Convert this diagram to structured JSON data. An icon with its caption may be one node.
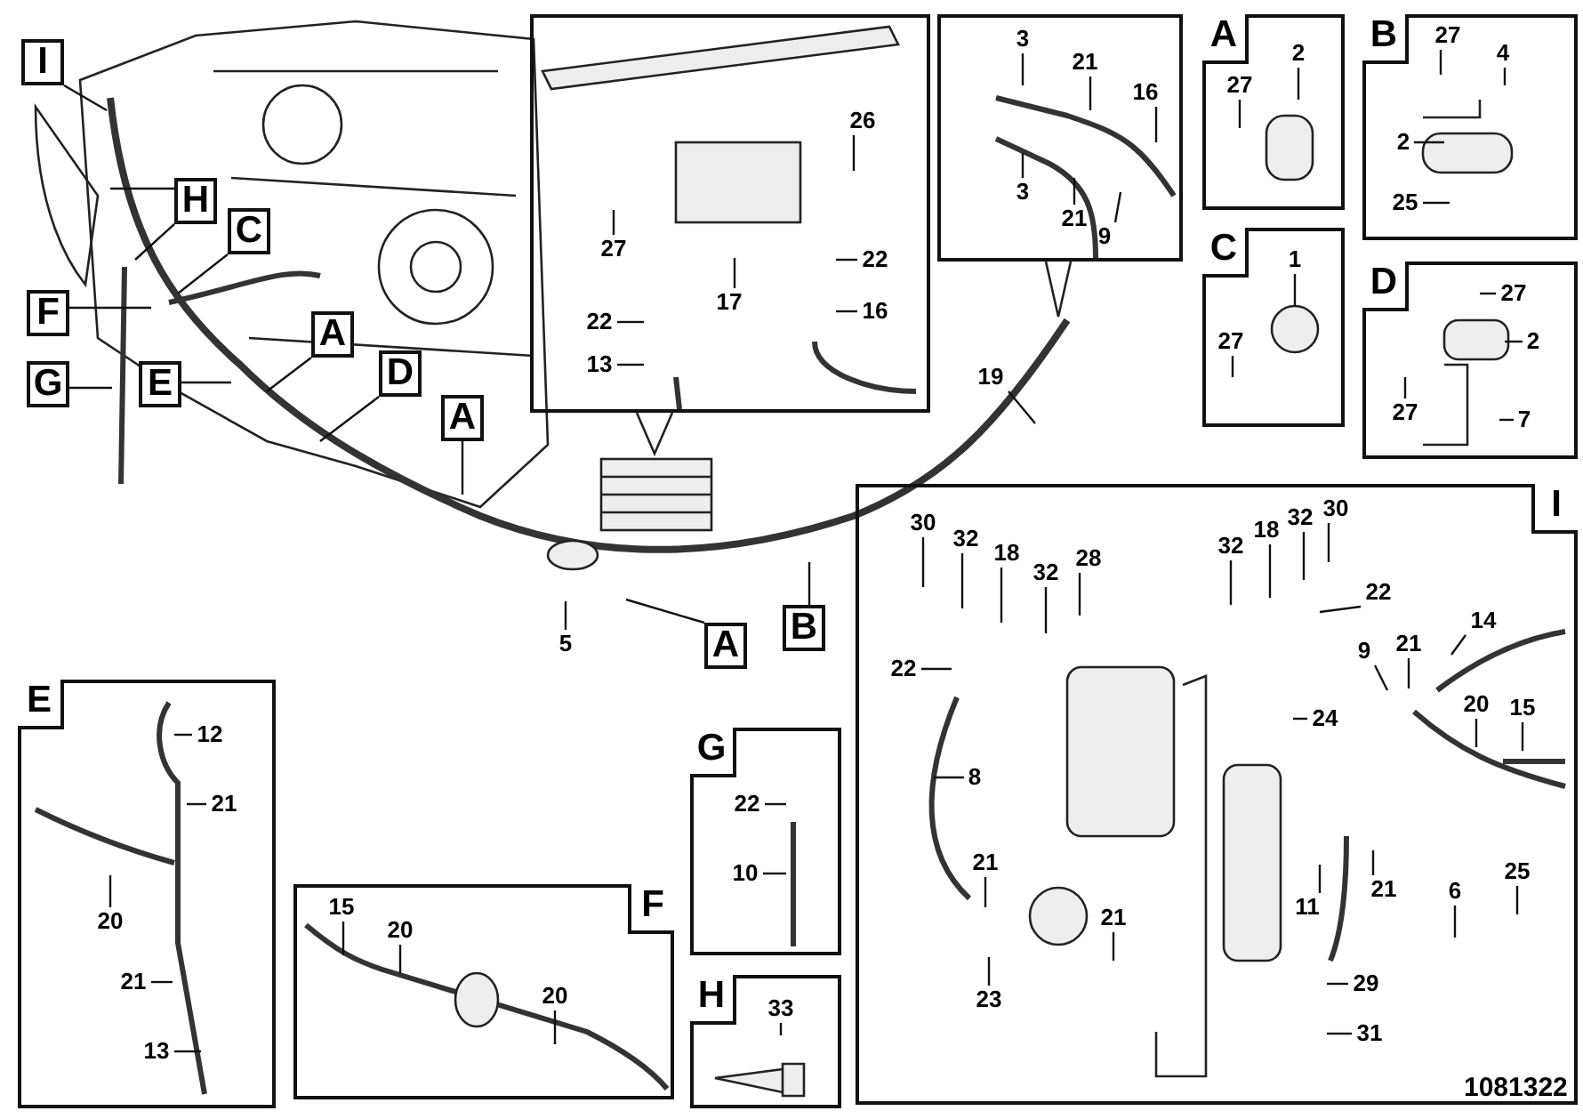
{
  "diagram": {
    "nodes": [
      {
        "text": [
          "I"
        ]
      },
      {
        "text": [
          "H"
        ]
      },
      {
        "text": [
          "C"
        ]
      },
      {
        "text": [
          "F"
        ]
      },
      {
        "text": [
          "G"
        ]
      },
      {
        "text": [
          "E"
        ]
      },
      {
        "text": [
          "A"
        ]
      },
      {
        "text": [
          "D"
        ]
      },
      {
        "text": [
          "A"
        ]
      },
      {
        "text": [
          "A"
        ]
      },
      {
        "text": [
          "B"
        ]
      },
      {
        "text": [
          "5"
        ]
      },
      {
        "text": [
          "19"
        ]
      },
      {
        "text": [],
        "shape": "box"
      },
      {
        "text": [
          "26"
        ],
        "in": 13
      },
      {
        "text": [
          "27"
        ],
        "in": 13
      },
      {
        "text": [
          "17"
        ],
        "in": 13
      },
      {
        "text": [
          "22"
        ],
        "in": 13
      },
      {
        "text": [
          "16"
        ],
        "in": 13
      },
      {
        "text": [
          "22"
        ],
        "in": 13
      },
      {
        "text": [
          "13"
        ],
        "in": 13
      },
      {
        "text": [],
        "shape": "box"
      },
      {
        "text": [
          "3"
        ],
        "in": 21
      },
      {
        "text": [
          "21"
        ],
        "in": 21
      },
      {
        "text": [
          "16"
        ],
        "in": 21
      },
      {
        "text": [
          "3"
        ],
        "in": 21
      },
      {
        "text": [
          "21"
        ],
        "in": 21
      },
      {
        "text": [
          "9"
        ],
        "in": 21
      },
      {
        "text": [],
        "shape": "box"
      },
      {
        "text": [
          "2"
        ],
        "in": 28
      },
      {
        "text": [
          "27"
        ],
        "in": 28
      },
      {
        "text": [],
        "shape": "box"
      },
      {
        "text": [
          "27"
        ],
        "in": 31
      },
      {
        "text": [
          "4"
        ],
        "in": 31
      },
      {
        "text": [
          "2"
        ],
        "in": 31
      },
      {
        "text": [
          "25"
        ],
        "in": 31
      },
      {
        "text": [],
        "shape": "box"
      },
      {
        "text": [
          "1"
        ],
        "in": 36
      },
      {
        "text": [
          "27"
        ],
        "in": 36
      },
      {
        "text": [],
        "shape": "box"
      },
      {
        "text": [
          "27"
        ],
        "in": 39
      },
      {
        "text": [
          "2"
        ],
        "in": 39
      },
      {
        "text": [
          "27"
        ],
        "in": 39
      },
      {
        "text": [
          "7"
        ],
        "in": 39
      },
      {
        "text": [],
        "shape": "box"
      },
      {
        "text": [
          "30"
        ],
        "in": 44
      },
      {
        "text": [
          "32"
        ],
        "in": 44
      },
      {
        "text": [
          "18"
        ],
        "in": 44
      },
      {
        "text": [
          "32"
        ],
        "in": 44
      },
      {
        "text": [
          "28"
        ],
        "in": 44
      },
      {
        "text": [
          "32"
        ],
        "in": 44
      },
      {
        "text": [
          "18"
        ],
        "in": 44
      },
      {
        "text": [
          "32"
        ],
        "in": 44
      },
      {
        "text": [
          "30"
        ],
        "in": 44
      },
      {
        "text": [
          "22"
        ],
        "in": 44
      },
      {
        "text": [
          "14"
        ],
        "in": 44
      },
      {
        "text": [
          "9"
        ],
        "in": 44
      },
      {
        "text": [
          "21"
        ],
        "in": 44
      },
      {
        "text": [
          "22"
        ],
        "in": 44
      },
      {
        "text": [
          "24"
        ],
        "in": 44
      },
      {
        "text": [
          "20"
        ],
        "in": 44
      },
      {
        "text": [
          "15"
        ],
        "in": 44
      },
      {
        "text": [
          "8"
        ],
        "in": 44
      },
      {
        "text": [
          "21"
        ],
        "in": 44
      },
      {
        "text": [
          "21"
        ],
        "in": 44
      },
      {
        "text": [
          "21"
        ],
        "in": 44
      },
      {
        "text": [
          "11"
        ],
        "in": 44
      },
      {
        "text": [
          "6"
        ],
        "in": 44
      },
      {
        "text": [
          "25"
        ],
        "in": 44
      },
      {
        "text": [
          "23"
        ],
        "in": 44
      },
      {
        "text": [
          "29"
        ],
        "in": 44
      },
      {
        "text": [
          "31"
        ],
        "in": 44
      },
      {
        "text": [],
        "shape": "box"
      },
      {
        "text": [
          "12"
        ],
        "in": 72
      },
      {
        "text": [
          "21"
        ],
        "in": 72
      },
      {
        "text": [
          "20"
        ],
        "in": 72
      },
      {
        "text": [
          "21"
        ],
        "in": 72
      },
      {
        "text": [
          "13"
        ],
        "in": 72
      },
      {
        "text": [],
        "shape": "box"
      },
      {
        "text": [
          "15"
        ],
        "in": 78
      },
      {
        "text": [
          "20"
        ],
        "in": 78
      },
      {
        "text": [
          "20"
        ],
        "in": 78
      },
      {
        "text": [],
        "shape": "box"
      },
      {
        "text": [
          "22"
        ],
        "in": 82
      },
      {
        "text": [
          "10"
        ],
        "in": 82
      },
      {
        "text": [],
        "shape": "box"
      },
      {
        "text": [
          "33"
        ],
        "in": 85
      },
      {
        "text": [
          "A"
        ],
        "in": 28
      },
      {
        "text": [
          "B"
        ],
        "in": 31
      },
      {
        "text": [
          "C"
        ],
        "in": 36
      },
      {
        "text": [
          "D"
        ],
        "in": 39
      },
      {
        "text": [
          "I"
        ],
        "in": 44
      },
      {
        "text": [
          "E"
        ],
        "in": 72
      },
      {
        "text": [
          "F"
        ],
        "in": 78
      },
      {
        "text": [
          "G"
        ],
        "in": 82
      },
      {
        "text": [
          "H"
        ],
        "in": 85
      }
    ],
    "edges": [
      {
        "from": 0,
        "to": null,
        "arrow": "none"
      },
      {
        "from": 1,
        "to": null,
        "arrow": "none"
      },
      {
        "from": 1,
        "to": null,
        "arrow": "none"
      },
      {
        "from": 2,
        "to": null,
        "arrow": "none"
      },
      {
        "from": 3,
        "to": null,
        "arrow": "none"
      },
      {
        "from": 4,
        "to": null,
        "arrow": "none"
      },
      {
        "from": 5,
        "to": null,
        "arrow": "none"
      },
      {
        "from": 6,
        "to": null,
        "arrow": "none"
      },
      {
        "from": 7,
        "to": null,
        "arrow": "none"
      },
      {
        "from": 8,
        "to": null,
        "arrow": "none"
      },
      {
        "from": 9,
        "to": null,
        "arrow": "none"
      },
      {
        "from": 10,
        "to": null,
        "arrow": "none"
      },
      {
        "from": 11,
        "to": null,
        "arrow": "none"
      },
      {
        "from": 12,
        "to": null,
        "arrow": "none"
      },
      {
        "from": 14,
        "to": null,
        "arrow": "none"
      },
      {
        "from": 15,
        "to": null,
        "arrow": "none"
      },
      {
        "from": 16,
        "to": null,
        "arrow": "none"
      },
      {
        "from": 17,
        "to": null,
        "arrow": "none"
      },
      {
        "from": 18,
        "to": null,
        "arrow": "none"
      },
      {
        "from": 19,
        "to": null,
        "arrow": "none"
      },
      {
        "from": 20,
        "to": null,
        "arrow": "none"
      },
      {
        "from": 22,
        "to": null,
        "arrow": "none"
      },
      {
        "from": 23,
        "to": null,
        "arrow": "none"
      },
      {
        "from": 24,
        "to": null,
        "arrow": "none"
      },
      {
        "from": 25,
        "to": null,
        "arrow": "none"
      },
      {
        "from": 26,
        "to": null,
        "arrow": "none"
      },
      {
        "from": 27,
        "to": null,
        "arrow": "none"
      },
      {
        "from": 29,
        "to": null,
        "arrow": "none"
      },
      {
        "from": 30,
        "to": null,
        "arrow": "none"
      },
      {
        "from": 32,
        "to": null,
        "arrow": "none"
      },
      {
        "from": 33,
        "to": null,
        "arrow": "none"
      },
      {
        "from": 34,
        "to": null,
        "arrow": "none"
      },
      {
        "from": 35,
        "to": null,
        "arrow": "none"
      },
      {
        "from": 37,
        "to": null,
        "arrow": "none"
      },
      {
        "from": 38,
        "to": null,
        "arrow": "none"
      },
      {
        "from": 40,
        "to": null,
        "arrow": "none"
      },
      {
        "from": 41,
        "to": null,
        "arrow": "none"
      },
      {
        "from": 42,
        "to": null,
        "arrow": "none"
      },
      {
        "from": 43,
        "to": null,
        "arrow": "none"
      },
      {
        "from": 45,
        "to": null,
        "arrow": "none"
      },
      {
        "from": 46,
        "to": null,
        "arrow": "none"
      },
      {
        "from": 47,
        "to": null,
        "arrow": "none"
      },
      {
        "from": 48,
        "to": null,
        "arrow": "none"
      },
      {
        "from": 49,
        "to": null,
        "arrow": "none"
      },
      {
        "from": 50,
        "to": null,
        "arrow": "none"
      },
      {
        "from": 51,
        "to": null,
        "arrow": "none"
      },
      {
        "from": 52,
        "to": null,
        "arrow": "none"
      },
      {
        "from": 53,
        "to": null,
        "arrow": "none"
      },
      {
        "from": 54,
        "to": null,
        "arrow": "none"
      },
      {
        "from": 55,
        "to": null,
        "arrow": "none"
      },
      {
        "from": 56,
        "to": null,
        "arrow": "none"
      },
      {
        "from": 57,
        "to": null,
        "arrow": "none"
      },
      {
        "from": 58,
        "to": null,
        "arrow": "none"
      },
      {
        "from": 59,
        "to": null,
        "arrow": "none"
      },
      {
        "from": 60,
        "to": null,
        "arrow": "none"
      },
      {
        "from": 61,
        "to": null,
        "arrow": "none"
      },
      {
        "from": 62,
        "to": null,
        "arrow": "none"
      },
      {
        "from": 63,
        "to": null,
        "arrow": "none"
      },
      {
        "from": 64,
        "to": null,
        "arrow": "none"
      },
      {
        "from": 65,
        "to": null,
        "arrow": "none"
      },
      {
        "from": 66,
        "to": null,
        "arrow": "none"
      },
      {
        "from": 67,
        "to": null,
        "arrow": "none"
      },
      {
        "from": 68,
        "to": null,
        "arrow": "none"
      },
      {
        "from": 69,
        "to": null,
        "arrow": "none"
      },
      {
        "from": 70,
        "to": null,
        "arrow": "none"
      },
      {
        "from": 71,
        "to": null,
        "arrow": "none"
      },
      {
        "from": 73,
        "to": null,
        "arrow": "none"
      },
      {
        "from": 74,
        "to": null,
        "arrow": "none"
      },
      {
        "from": 75,
        "to": null,
        "arrow": "none"
      },
      {
        "from": 76,
        "to": null,
        "arrow": "none"
      },
      {
        "from": 77,
        "to": null,
        "arrow": "none"
      },
      {
        "from": 79,
        "to": null,
        "arrow": "none"
      },
      {
        "from": 80,
        "to": null,
        "arrow": "none"
      },
      {
        "from": 81,
        "to": null,
        "arrow": "none"
      },
      {
        "from": 83,
        "to": null,
        "arrow": "none"
      },
      {
        "from": 84,
        "to": null,
        "arrow": "none"
      },
      {
        "from": 86,
        "to": null,
        "arrow": "none"
      }
    ],
    "labels": [
      "1081322"
    ]
  }
}
